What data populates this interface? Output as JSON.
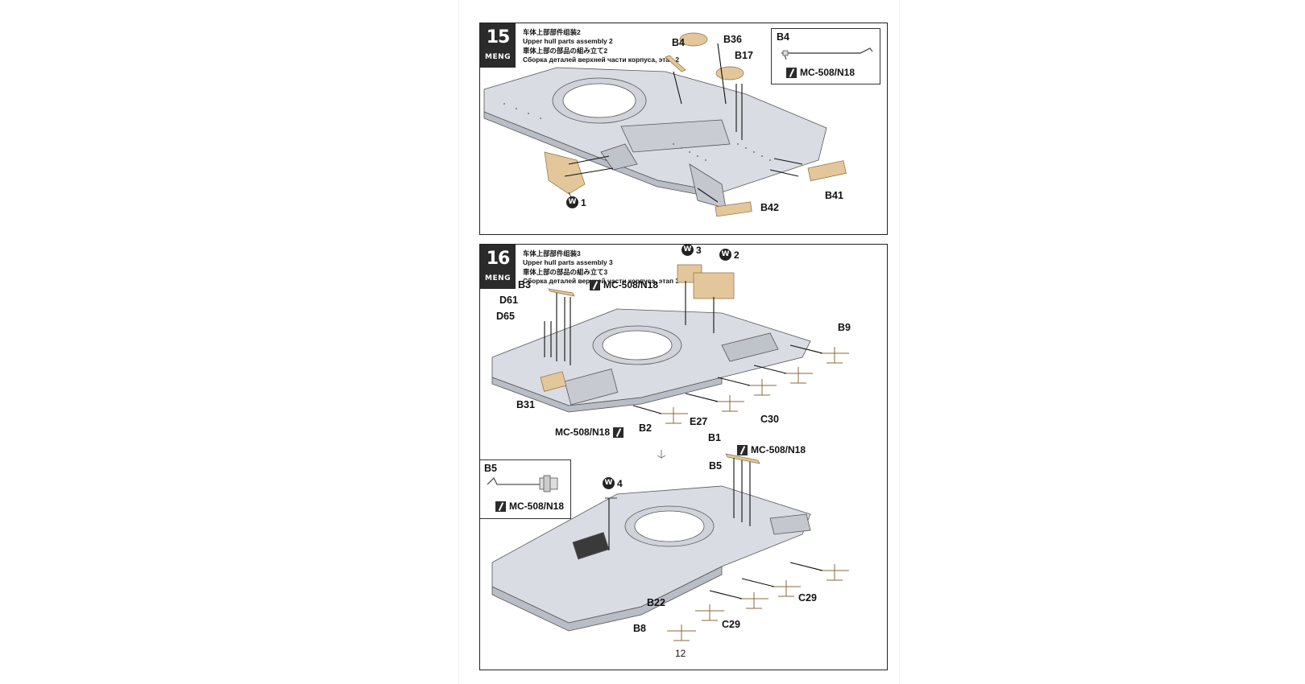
{
  "steps": [
    {
      "number": "15",
      "brand": "MENG",
      "titles": [
        "车体上部部件组装2",
        "Upper hull parts assembly 2",
        "車体上部の部品の組み立て2",
        "Сборка деталей верхней части корпуса, этап 2"
      ],
      "labels": {
        "b4": "B4",
        "b36": "B36",
        "b17": "B17",
        "b41": "B41",
        "b42": "B42"
      },
      "w_parts": [
        {
          "num": "W",
          "suffix": "1"
        }
      ],
      "inset": {
        "title": "B4",
        "material": "MC-508/N18"
      }
    },
    {
      "number": "16",
      "brand": "MENG",
      "titles": [
        "车体上部部件组装3",
        "Upper hull parts assembly 3",
        "車体上部の部品の組み立て3",
        "Сборка деталей верхней части корпуса, этап 3"
      ],
      "labels": {
        "b3": "B3",
        "d61": "D61",
        "d65": "D65",
        "b31": "B31",
        "b9": "B9",
        "e27": "E27",
        "c30": "C30",
        "b2": "B2",
        "b1": "B1",
        "b5": "B5",
        "c29a": "C29",
        "c29b": "C29",
        "b22": "B22",
        "b8": "B8"
      },
      "w_parts": [
        {
          "num": "W",
          "suffix": "3"
        },
        {
          "num": "W",
          "suffix": "2"
        },
        {
          "num": "W",
          "suffix": "4"
        }
      ],
      "materials": {
        "b3": "MC-508/N18",
        "b2": "MC-508/N18",
        "b1": "MC-508/N18"
      },
      "inset": {
        "title": "B5",
        "material": "MC-508/N18"
      }
    }
  ],
  "page_number": "12",
  "colors": {
    "hull": "#d9dce2",
    "hull_dark": "#b9bdc5",
    "photo_etch": "#e3c79b",
    "badge": "#2b2b2b"
  }
}
